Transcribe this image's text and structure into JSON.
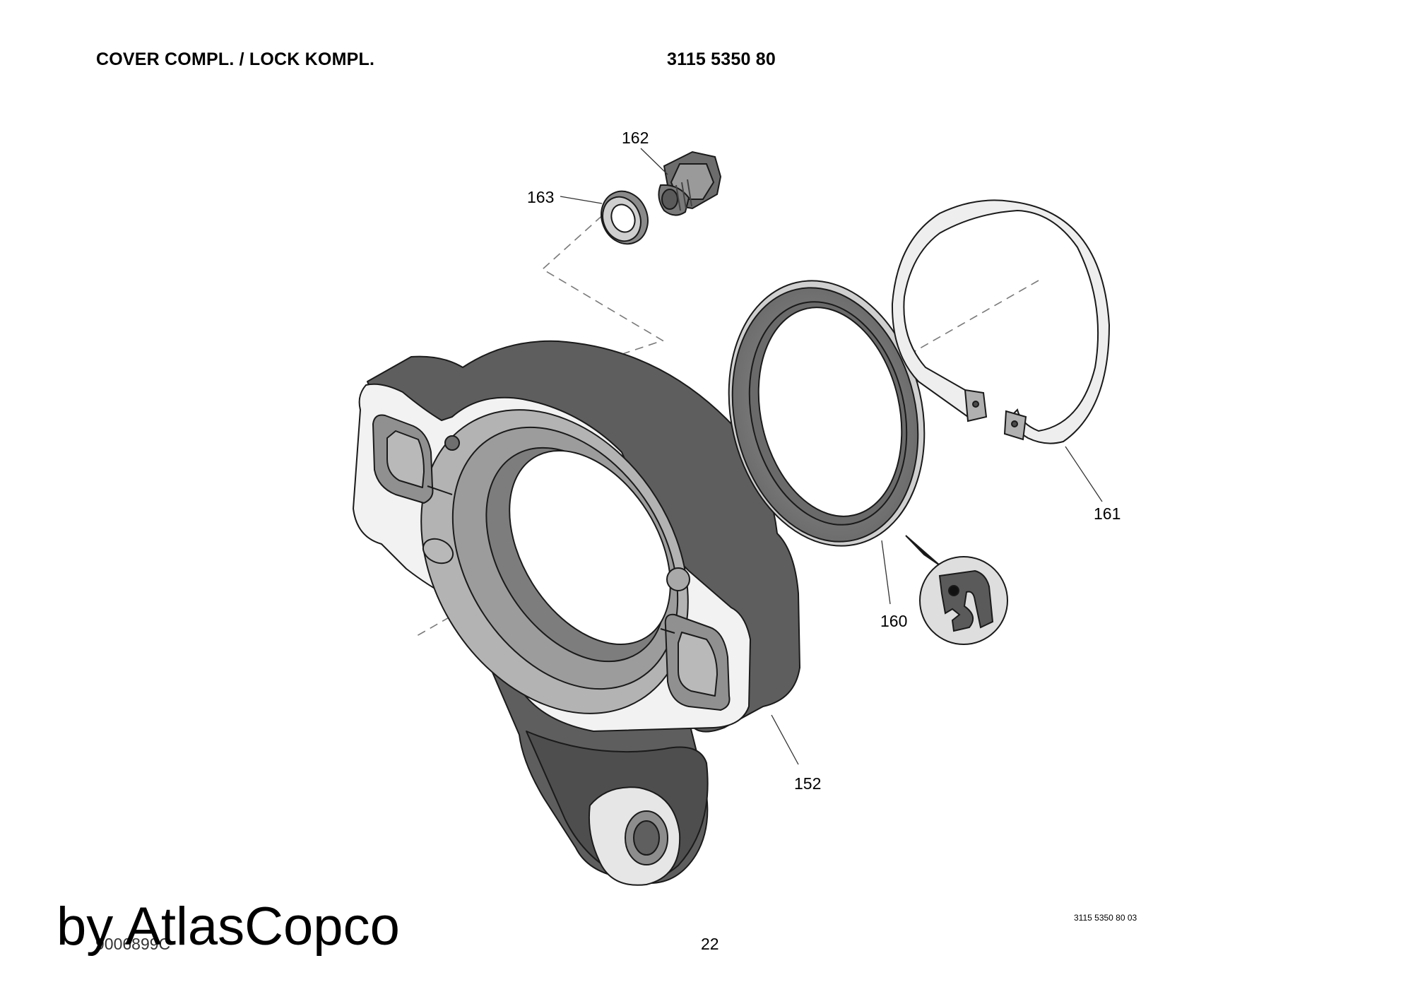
{
  "header": {
    "title": "COVER COMPL. / LOCK KOMPL.",
    "part_number": "3115 5350 80"
  },
  "callouts": {
    "c162": "162",
    "c163": "163",
    "c161": "161",
    "c160": "160",
    "c152": "152"
  },
  "footer": {
    "page_number": "22",
    "document_ref": "3115 5350 80 03",
    "drawing_id": "9006899C",
    "watermark": "by AtlasCopco"
  },
  "colors": {
    "dark_shade": "#5e5e5e",
    "mid_shade": "#8c8c8c",
    "light_face": "#f2f2f2",
    "outline": "#1a1a1a"
  }
}
